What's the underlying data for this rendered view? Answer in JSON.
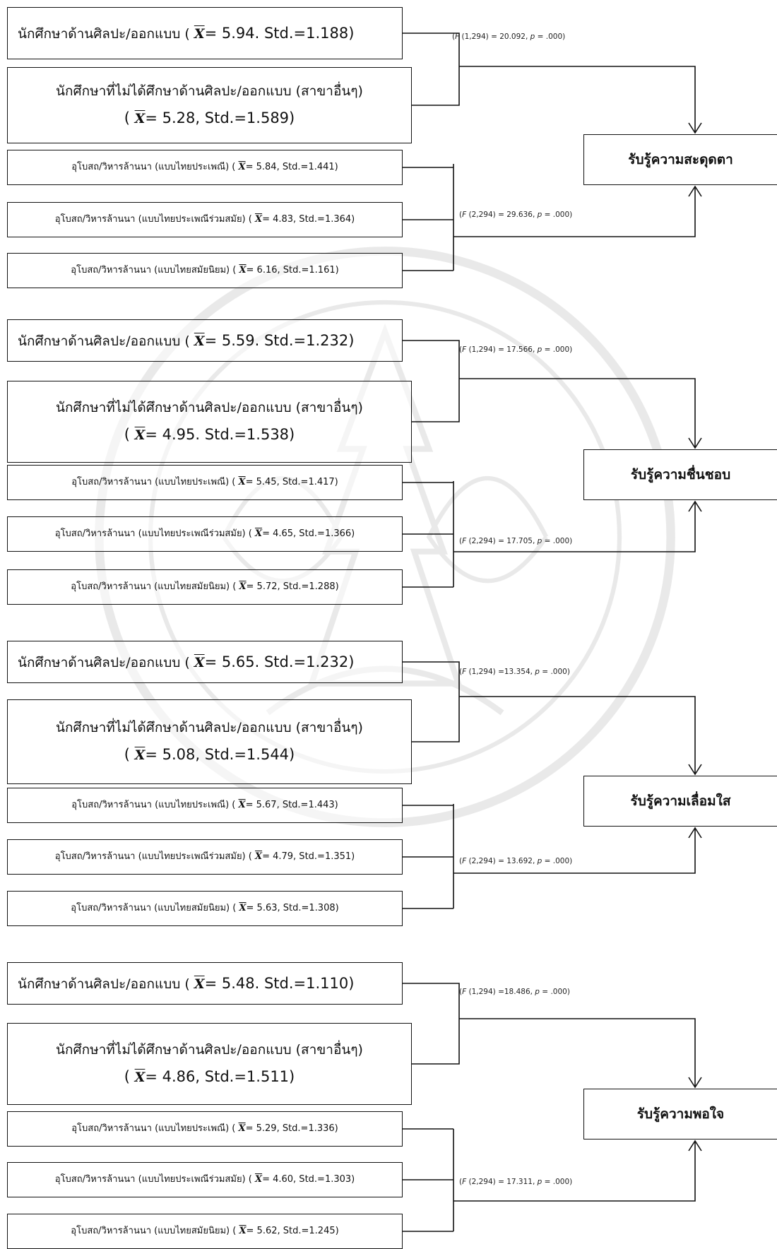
{
  "groups": [
    {
      "outcome": "รับรู้ความสะดุดตา",
      "major": [
        {
          "label": "นักศึกษาด้านศิลปะ/ออกแบบ ( ",
          "mean": "= 5.94",
          "std": ". Std.=1.188)"
        },
        {
          "label": "นักศึกษาที่ไม่ได้ศึกษาด้านศิลปะ/ออกแบบ (สาขาอื่นๆ)",
          "mean": "= 5.28",
          "std": ", Std.=1.589)"
        }
      ],
      "major_stat": {
        "f": "F",
        "df": " (1,294) = 20.092, ",
        "p": "p",
        "pv": " = .000)"
      },
      "style": [
        {
          "label": "อุโบสถ/วิหารล้านนา  (แบบไทยประเพณี) ( ",
          "mean": "= 5.84",
          "std": ", Std.=1.441)"
        },
        {
          "label": "อุโบสถ/วิหารล้านนา (แบบไทยประเพณีร่วมสมัย) ( ",
          "mean": "= 4.83",
          "std": ", Std.=1.364)"
        },
        {
          "label": "อุโบสถ/วิหารล้านนา (แบบไทยสมัยนิยม) ( ",
          "mean": "= 6.16",
          "std": ", Std.=1.161)"
        }
      ],
      "style_stat": {
        "f": "F",
        "df": " (2,294) = 29.636, ",
        "p": "p",
        "pv": " = .000)"
      }
    },
    {
      "outcome": "รับรู้ความชื่นชอบ",
      "major": [
        {
          "label": "นักศึกษาด้านศิลปะ/ออกแบบ  ( ",
          "mean": "= 5.59",
          "std": ". Std.=1.232)"
        },
        {
          "label": "นักศึกษาที่ไม่ได้ศึกษาด้านศิลปะ/ออกแบบ (สาขาอื่นๆ)",
          "mean": "= 4.95",
          "std": ". Std.=1.538)"
        }
      ],
      "major_stat": {
        "f": "F",
        "df": " (1,294) = 17.566, ",
        "p": "p",
        "pv": " = .000)"
      },
      "style": [
        {
          "label": "อุโบสถ/วิหารล้านนา  (แบบไทยประเพณี) ( ",
          "mean": "= 5.45",
          "std": ", Std.=1.417)"
        },
        {
          "label": "อุโบสถ/วิหารล้านนา (แบบไทยประเพณีร่วมสมัย) ( ",
          "mean": "= 4.65",
          "std": ", Std.=1.366)"
        },
        {
          "label": "อุโบสถ/วิหารล้านนา (แบบไทยสมัยนิยม) ( ",
          "mean": "= 5.72",
          "std": ", Std.=1.288)"
        }
      ],
      "style_stat": {
        "f": "F",
        "df": " (2,294) = 17.705, ",
        "p": "p",
        "pv": " = .000)"
      }
    },
    {
      "outcome": "รับรู้ความเลื่อมใส",
      "major": [
        {
          "label": "นักศึกษาด้านศิลปะ/ออกแบบ ( ",
          "mean": "= 5.65",
          "std": ". Std.=1.232)"
        },
        {
          "label": "นักศึกษาที่ไม่ได้ศึกษาด้านศิลปะ/ออกแบบ (สาขาอื่นๆ)",
          "mean": "= 5.08",
          "std": ", Std.=1.544)"
        }
      ],
      "major_stat": {
        "f": "F",
        "df": " (1,294) =13.354, ",
        "p": "p",
        "pv": " = .000)"
      },
      "style": [
        {
          "label": "อุโบสถ/วิหารล้านนา  (แบบไทยประเพณี) ( ",
          "mean": "= 5.67",
          "std": ", Std.=1.443)"
        },
        {
          "label": "อุโบสถ/วิหารล้านนา (แบบไทยประเพณีร่วมสมัย) ( ",
          "mean": "= 4.79",
          "std": ", Std.=1.351)"
        },
        {
          "label": "อุโบสถ/วิหารล้านนา (แบบไทยสมัยนิยม) ( ",
          "mean": "= 5.63",
          "std": ", Std.=1.308)"
        }
      ],
      "style_stat": {
        "f": "F",
        "df": " (2,294) = 13.692, ",
        "p": "p",
        "pv": " = .000)"
      }
    },
    {
      "outcome": "รับรู้ความพอใจ",
      "major": [
        {
          "label": "นักศึกษาด้านศิลปะ/ออกแบบ  ( ",
          "mean": "= 5.48",
          "std": ". Std.=1.110)"
        },
        {
          "label": "นักศึกษาที่ไม่ได้ศึกษาด้านศิลปะ/ออกแบบ (สาขาอื่นๆ)",
          "mean": "= 4.86",
          "std": ", Std.=1.511)"
        }
      ],
      "major_stat": {
        "f": "F",
        "df": " (1,294) =18.486, ",
        "p": "p",
        "pv": " = .000)"
      },
      "style": [
        {
          "label": "อุโบสถ/วิหารล้านนา  (แบบไทยประเพณี) ( ",
          "mean": "= 5.29",
          "std": ", Std.=1.336)"
        },
        {
          "label": "อุโบสถ/วิหารล้านนา (แบบไทยประเพณีร่วมสมัย) ( ",
          "mean": "= 4.60",
          "std": ", Std.=1.303)"
        },
        {
          "label": "อุโบสถ/วิหารล้านนา (แบบไทยสมัยนิยม) ( ",
          "mean": "= 5.62",
          "std": ", Std.=1.245)"
        }
      ],
      "style_stat": {
        "f": "F",
        "df": " (2,294) = 17.311, ",
        "p": "p",
        "pv": " = .000)"
      }
    }
  ],
  "xbar_symbol": "X",
  "open_paren": "( ",
  "watermark": {
    "name": "university-seal-watermark"
  }
}
